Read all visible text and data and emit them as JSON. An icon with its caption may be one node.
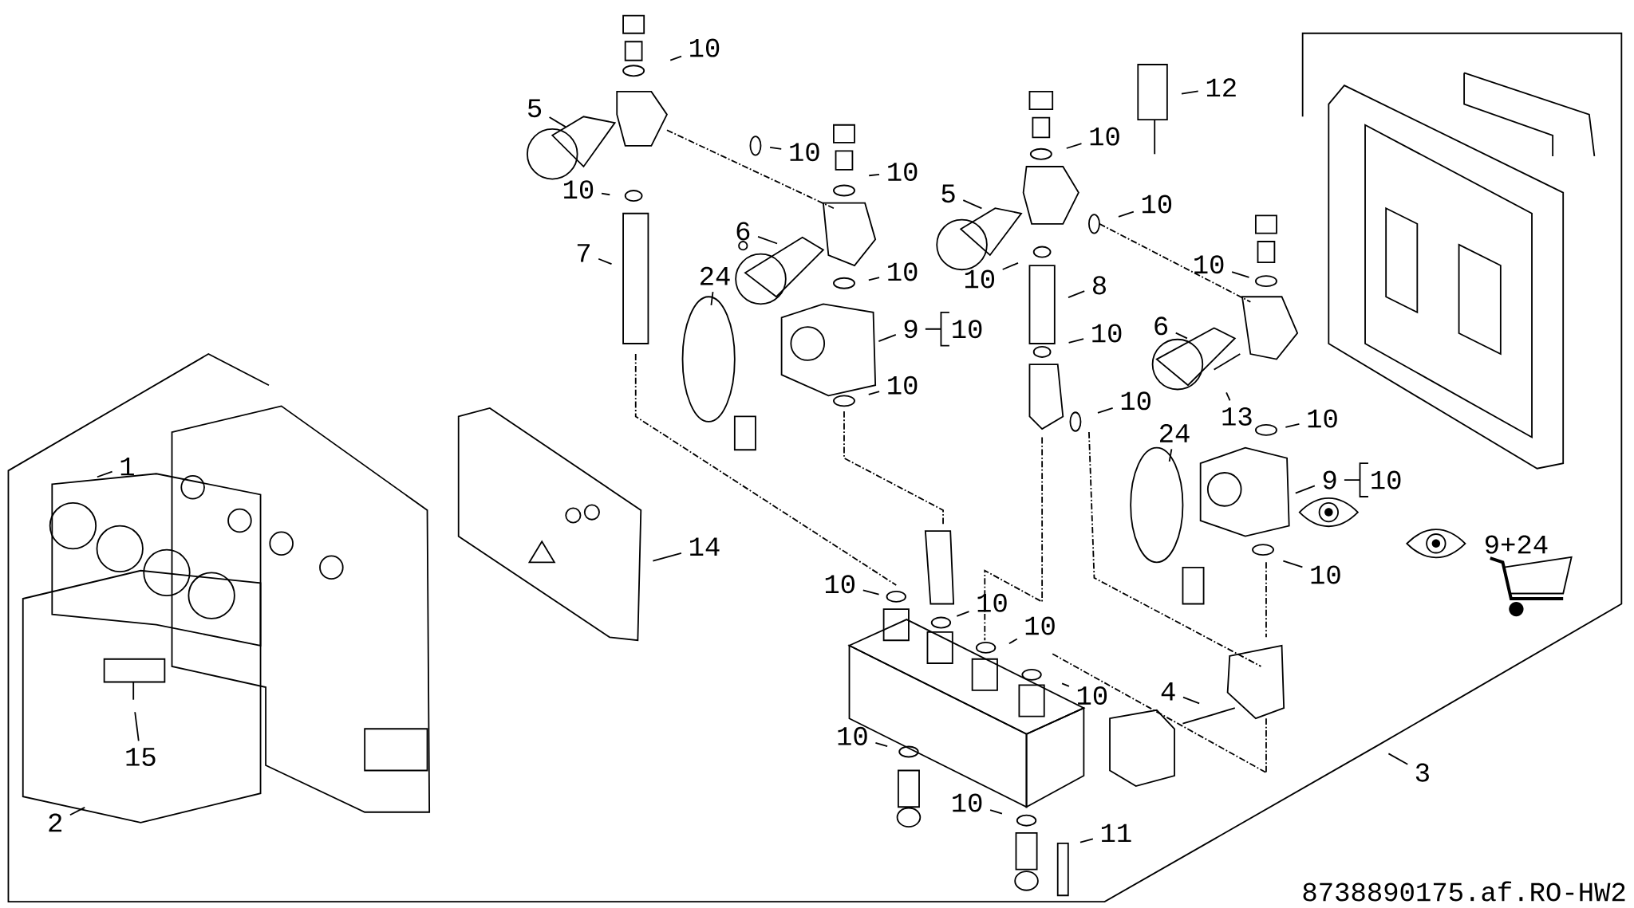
{
  "diagram": {
    "nodes": [
      {
        "text": [
          "10"
        ]
      },
      {
        "text": [
          "5"
        ]
      },
      {
        "text": [
          "10"
        ]
      },
      {
        "text": [
          "10"
        ]
      },
      {
        "text": [
          "10"
        ]
      },
      {
        "text": [
          "7"
        ]
      },
      {
        "text": [
          "6"
        ]
      },
      {
        "text": [
          "24"
        ]
      },
      {
        "text": [
          "10"
        ]
      },
      {
        "text": [
          "9"
        ]
      },
      {
        "text": [
          "10"
        ]
      },
      {
        "text": [
          "1"
        ]
      },
      {
        "text": [
          "14"
        ]
      },
      {
        "text": [
          "15"
        ]
      },
      {
        "text": [
          "2"
        ]
      },
      {
        "text": [
          "10"
        ]
      },
      {
        "text": [
          "10"
        ]
      },
      {
        "text": [
          "10"
        ]
      },
      {
        "text": [
          "10"
        ]
      },
      {
        "text": [
          "10"
        ]
      },
      {
        "text": [
          "10"
        ]
      },
      {
        "text": [
          "11"
        ]
      },
      {
        "text": [
          "4"
        ]
      },
      {
        "text": [
          "3"
        ]
      },
      {
        "text": [
          "12"
        ]
      },
      {
        "text": [
          "10"
        ]
      },
      {
        "text": [
          "5"
        ]
      },
      {
        "text": [
          "10"
        ]
      },
      {
        "text": [
          "10"
        ]
      },
      {
        "text": [
          "8"
        ]
      },
      {
        "text": [
          "10"
        ]
      },
      {
        "text": [
          "10"
        ]
      },
      {
        "text": [
          "10"
        ]
      },
      {
        "text": [
          "6"
        ]
      },
      {
        "text": [
          "13"
        ]
      },
      {
        "text": [
          "24"
        ]
      },
      {
        "text": [
          "10"
        ]
      },
      {
        "text": [
          "9"
        ]
      },
      {
        "text": [
          "10"
        ]
      }
    ],
    "edges": [
      {
        "from": 0,
        "to": null,
        "arrow": "none"
      },
      {
        "from": 1,
        "to": null,
        "arrow": "none"
      },
      {
        "from": 2,
        "to": null,
        "arrow": "none"
      },
      {
        "from": 3,
        "to": null,
        "arrow": "none"
      },
      {
        "from": 4,
        "to": null,
        "arrow": "none"
      },
      {
        "from": 5,
        "to": null,
        "arrow": "none"
      },
      {
        "from": 6,
        "to": null,
        "arrow": "none"
      },
      {
        "from": 7,
        "to": null,
        "arrow": "none"
      },
      {
        "from": 8,
        "to": null,
        "arrow": "none"
      },
      {
        "from": 9,
        "to": null,
        "arrow": "none"
      },
      {
        "from": 10,
        "to": null,
        "arrow": "none"
      },
      {
        "from": 11,
        "to": null,
        "arrow": "none"
      },
      {
        "from": 12,
        "to": null,
        "arrow": "none"
      },
      {
        "from": 13,
        "to": null,
        "arrow": "none"
      },
      {
        "from": 14,
        "to": null,
        "arrow": "none"
      },
      {
        "from": 15,
        "to": null,
        "arrow": "none"
      },
      {
        "from": 16,
        "to": null,
        "arrow": "none"
      },
      {
        "from": 17,
        "to": null,
        "arrow": "none"
      },
      {
        "from": 18,
        "to": null,
        "arrow": "none"
      },
      {
        "from": 19,
        "to": null,
        "arrow": "none"
      },
      {
        "from": 20,
        "to": null,
        "arrow": "none"
      },
      {
        "from": 21,
        "to": null,
        "arrow": "none"
      },
      {
        "from": 22,
        "to": null,
        "arrow": "none"
      },
      {
        "from": 23,
        "to": null,
        "arrow": "none"
      },
      {
        "from": 24,
        "to": null,
        "arrow": "none"
      },
      {
        "from": 25,
        "to": null,
        "arrow": "none"
      },
      {
        "from": 26,
        "to": null,
        "arrow": "none"
      },
      {
        "from": 27,
        "to": null,
        "arrow": "none"
      },
      {
        "from": 28,
        "to": null,
        "arrow": "none"
      },
      {
        "from": 29,
        "to": null,
        "arrow": "none"
      },
      {
        "from": 30,
        "to": null,
        "arrow": "none"
      },
      {
        "from": 31,
        "to": null,
        "arrow": "none"
      },
      {
        "from": 32,
        "to": null,
        "arrow": "none"
      },
      {
        "from": 33,
        "to": null,
        "arrow": "none"
      },
      {
        "from": 34,
        "to": null,
        "arrow": "none"
      },
      {
        "from": 35,
        "to": null,
        "arrow": "none"
      },
      {
        "from": 36,
        "to": null,
        "arrow": "none"
      },
      {
        "from": 37,
        "to": null,
        "arrow": "none"
      },
      {
        "from": 38,
        "to": null,
        "arrow": "none"
      }
    ],
    "labels": [
      "10",
      "10",
      "9+24",
      "8738890175.af.RO-HW2"
    ]
  }
}
